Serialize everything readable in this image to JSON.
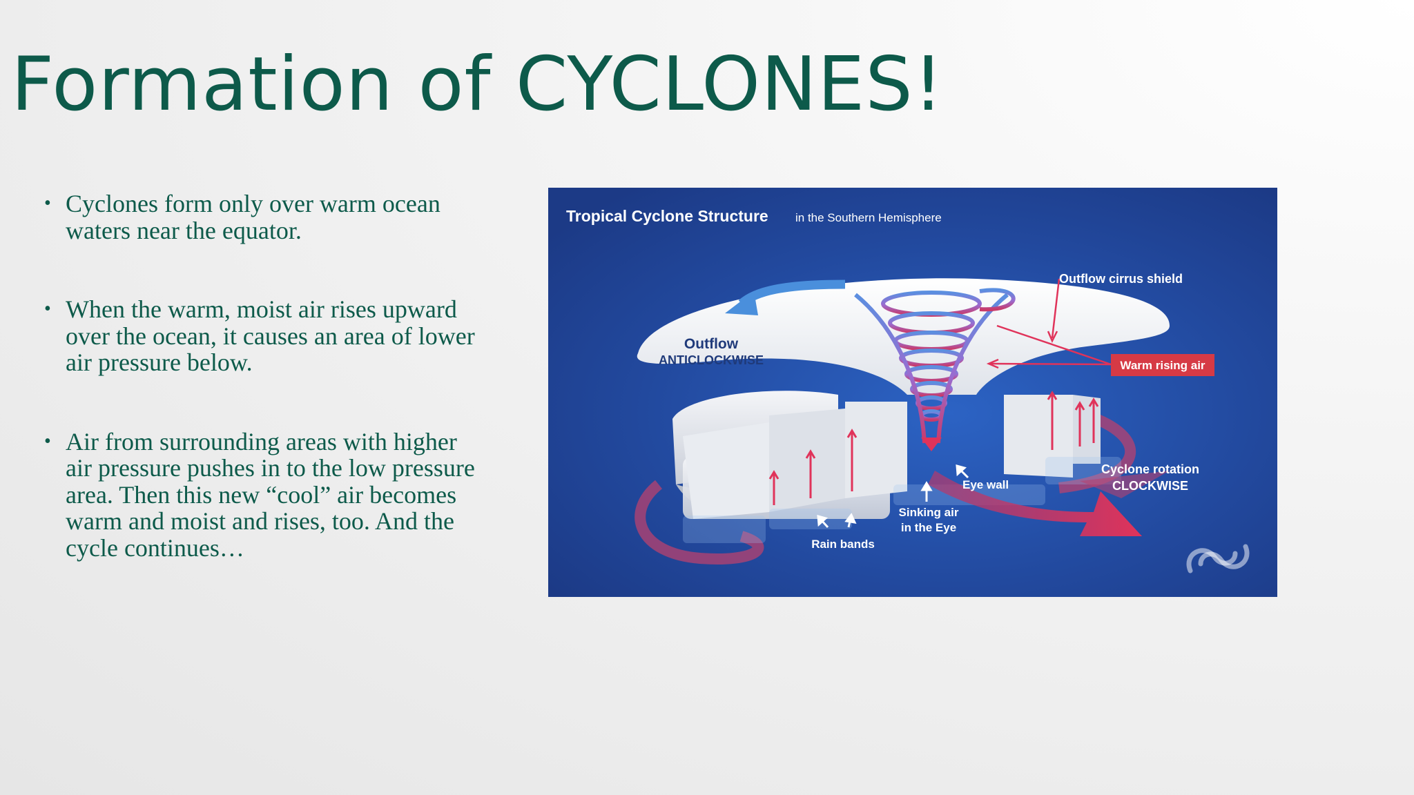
{
  "slide": {
    "title": "Formation of CYCLONES!",
    "bullets": [
      "Cyclones form only over warm ocean waters near the equator.",
      "When the warm, moist air rises upward over the ocean, it causes an area of lower air pressure below.",
      "Air from surrounding areas with higher air pressure pushes in to the low pressure area. Then this new “cool” air becomes warm and moist and rises, too. And the cycle continues…"
    ]
  },
  "diagram": {
    "title_bold": "Tropical Cyclone Structure",
    "title_sub": "in the Southern Hemisphere",
    "labels": {
      "outflow_cirrus_shield": "Outflow cirrus shield",
      "outflow": "Outflow",
      "anticlockwise": "ANTICLOCKWISE",
      "warm_rising_air": "Warm rising air",
      "cyclone_rotation": "Cyclone rotation",
      "clockwise": "CLOCKWISE",
      "eye_wall": "Eye wall",
      "sinking_air_1": "Sinking air",
      "sinking_air_2": "in the Eye",
      "rain_bands": "Rain bands"
    },
    "colors": {
      "background": "#1e3f8c",
      "warm_label_bg": "#d63a45",
      "rotation_arrow": "#c73a63",
      "outflow_arrow": "#4a8fdc"
    },
    "logo_icon": "swirl-logo-icon"
  }
}
